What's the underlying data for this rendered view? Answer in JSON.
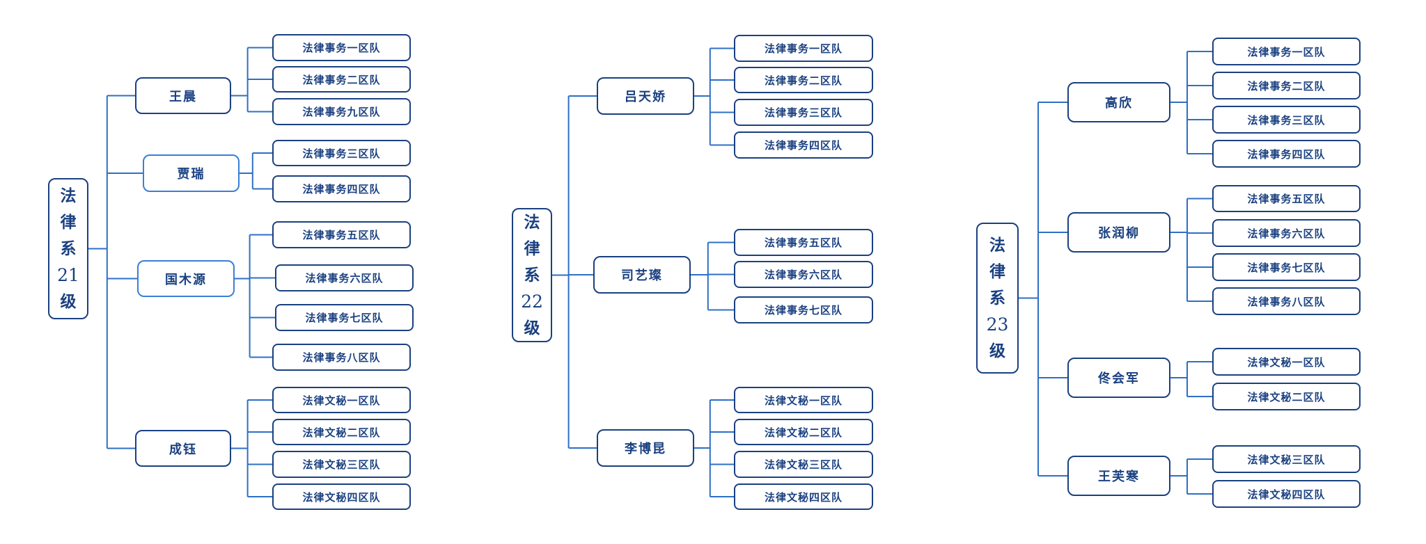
{
  "trees": [
    {
      "root": {
        "lines": [
          "法",
          "律",
          "系",
          "21",
          "级"
        ]
      },
      "branches": [
        {
          "name": "王晨",
          "leaves": [
            "法律事务一区队",
            "法律事务二区队",
            "法律事务九区队"
          ]
        },
        {
          "name": "贾瑞",
          "leaves": [
            "法律事务三区队",
            "法律事务四区队"
          ]
        },
        {
          "name": "国木源",
          "leaves": [
            "法律事务五区队",
            "法律事务六区队",
            "法律事务七区队",
            "法律事务八区队"
          ]
        },
        {
          "name": "成钰",
          "leaves": [
            "法律文秘一区队",
            "法律文秘二区队",
            "法律文秘三区队",
            "法律文秘四区队"
          ]
        }
      ]
    },
    {
      "root": {
        "lines": [
          "法",
          "律",
          "系",
          "22",
          "级"
        ]
      },
      "branches": [
        {
          "name": "吕天娇",
          "leaves": [
            "法律事务一区队",
            "法律事务二区队",
            "法律事务三区队",
            "法律事务四区队"
          ]
        },
        {
          "name": "司艺璨",
          "leaves": [
            "法律事务五区队",
            "法律事务六区队",
            "法律事务七区队"
          ]
        },
        {
          "name": "李博昆",
          "leaves": [
            "法律文秘一区队",
            "法律文秘二区队",
            "法律文秘三区队",
            "法律文秘四区队"
          ]
        }
      ]
    },
    {
      "root": {
        "lines": [
          "法",
          "律",
          "系",
          "23",
          "级"
        ]
      },
      "branches": [
        {
          "name": "高欣",
          "leaves": [
            "法律事务一区队",
            "法律事务二区队",
            "法律事务三区队",
            "法律事务四区队"
          ]
        },
        {
          "name": "张润柳",
          "leaves": [
            "法律事务五区队",
            "法律事务六区队",
            "法律事务七区队",
            "法律事务八区队"
          ]
        },
        {
          "name": "佟会军",
          "leaves": [
            "法律文秘一区队",
            "法律文秘二区队"
          ]
        },
        {
          "name": "王芙寒",
          "leaves": [
            "法律文秘三区队",
            "法律文秘四区队"
          ]
        }
      ]
    }
  ],
  "colors": {
    "line": "#2e6fc4",
    "border": "#1a4080",
    "text": "#1a4080"
  }
}
